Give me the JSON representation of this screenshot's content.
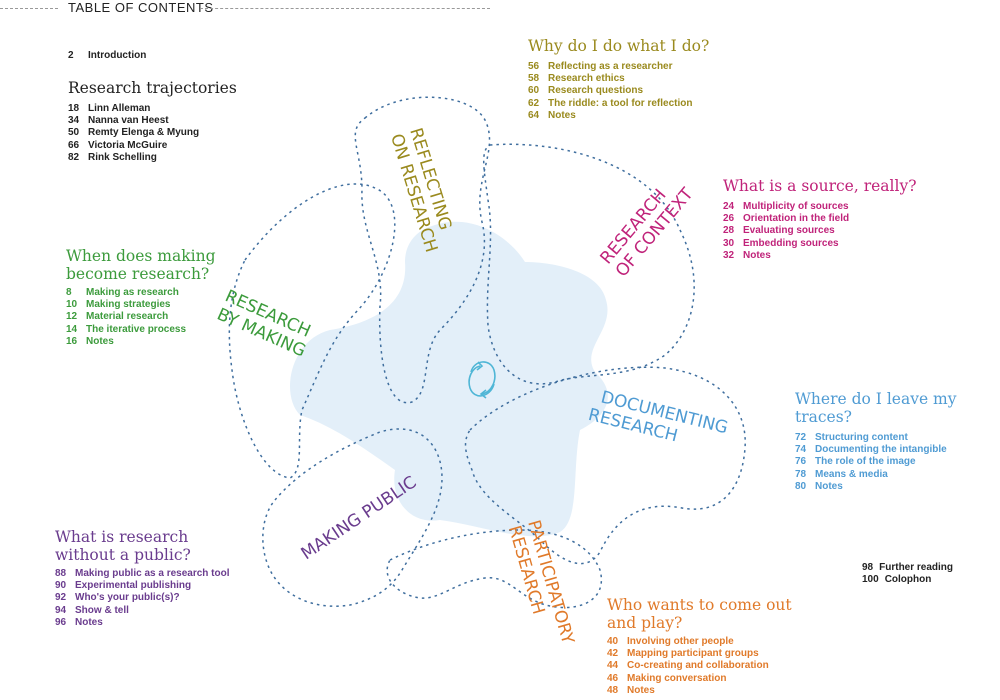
{
  "header": {
    "title": "TABLE OF CONTENTS"
  },
  "intro": {
    "items": [
      {
        "page": "2",
        "title": "Introduction"
      }
    ]
  },
  "trajectories": {
    "heading": "Research trajectories",
    "items": [
      {
        "page": "18",
        "title": "Linn Alleman"
      },
      {
        "page": "34",
        "title": "Nanna van Heest"
      },
      {
        "page": "50",
        "title": "Remty Elenga & Myung"
      },
      {
        "page": "66",
        "title": "Victoria McGuire"
      },
      {
        "page": "82",
        "title": "Rink Schelling"
      }
    ]
  },
  "reflecting": {
    "heading": "Why do I do what I do?",
    "items": [
      {
        "page": "56",
        "title": "Reflecting as a researcher"
      },
      {
        "page": "58",
        "title": "Research ethics"
      },
      {
        "page": "60",
        "title": "Research questions"
      },
      {
        "page": "62",
        "title": "The riddle: a tool for reflection"
      },
      {
        "page": "64",
        "title": "Notes"
      }
    ]
  },
  "context": {
    "heading": "What is a source, really?",
    "items": [
      {
        "page": "24",
        "title": "Multiplicity of sources"
      },
      {
        "page": "26",
        "title": "Orientation in the field"
      },
      {
        "page": "28",
        "title": "Evaluating sources"
      },
      {
        "page": "30",
        "title": "Embedding sources"
      },
      {
        "page": "32",
        "title": "Notes"
      }
    ]
  },
  "making": {
    "heading_1": "When does making",
    "heading_2": "become research?",
    "items": [
      {
        "page": "8",
        "title": "Making as research"
      },
      {
        "page": "10",
        "title": "Making strategies"
      },
      {
        "page": "12",
        "title": "Material research"
      },
      {
        "page": "14",
        "title": "The iterative process"
      },
      {
        "page": "16",
        "title": "Notes"
      }
    ]
  },
  "documenting": {
    "heading": "Where do I leave my traces?",
    "items": [
      {
        "page": "72",
        "title": "Structuring content"
      },
      {
        "page": "74",
        "title": "Documenting the intangible"
      },
      {
        "page": "76",
        "title": "The role of the image"
      },
      {
        "page": "78",
        "title": "Means & media"
      },
      {
        "page": "80",
        "title": "Notes"
      }
    ]
  },
  "public": {
    "heading_1": "What is research",
    "heading_2": "without a public?",
    "items": [
      {
        "page": "88",
        "title": "Making public as a research tool"
      },
      {
        "page": "90",
        "title": "Experimental publishing"
      },
      {
        "page": "92",
        "title": "Who's your public(s)?"
      },
      {
        "page": "94",
        "title": "Show & tell"
      },
      {
        "page": "96",
        "title": "Notes"
      }
    ]
  },
  "participatory": {
    "heading_1": "Who wants to come out",
    "heading_2": "and play?",
    "items": [
      {
        "page": "40",
        "title": "Involving other people"
      },
      {
        "page": "42",
        "title": "Mapping participant groups"
      },
      {
        "page": "44",
        "title": "Co-creating and collaboration"
      },
      {
        "page": "46",
        "title": "Making conversation"
      },
      {
        "page": "48",
        "title": "Notes"
      }
    ]
  },
  "extras": {
    "items": [
      {
        "page": "98",
        "title": "Further reading"
      },
      {
        "page": "100",
        "title": "Colophon"
      }
    ]
  },
  "diagram": {
    "reflecting_1": "REFLECTING",
    "reflecting_2": "ON RESEARCH",
    "context_1": "RESEARCH",
    "context_2": "OF CONTEXT",
    "making_1": "RESEARCH",
    "making_2": "BY MAKING",
    "documenting_1": "DOCUMENTING",
    "documenting_2": "RESEARCH",
    "public_1": "MAKING PUBLIC",
    "participatory_1": "PARTICIPATORY",
    "participatory_2": "RESEARCH"
  },
  "colors": {
    "reflecting": "#9a8a1e",
    "context": "#c0237a",
    "making": "#3c9b3c",
    "documenting": "#4f9bd3",
    "public": "#6a3c8e",
    "participatory": "#e07a2a",
    "outline": "#3f6e9e",
    "blob": "#e3eff9"
  }
}
